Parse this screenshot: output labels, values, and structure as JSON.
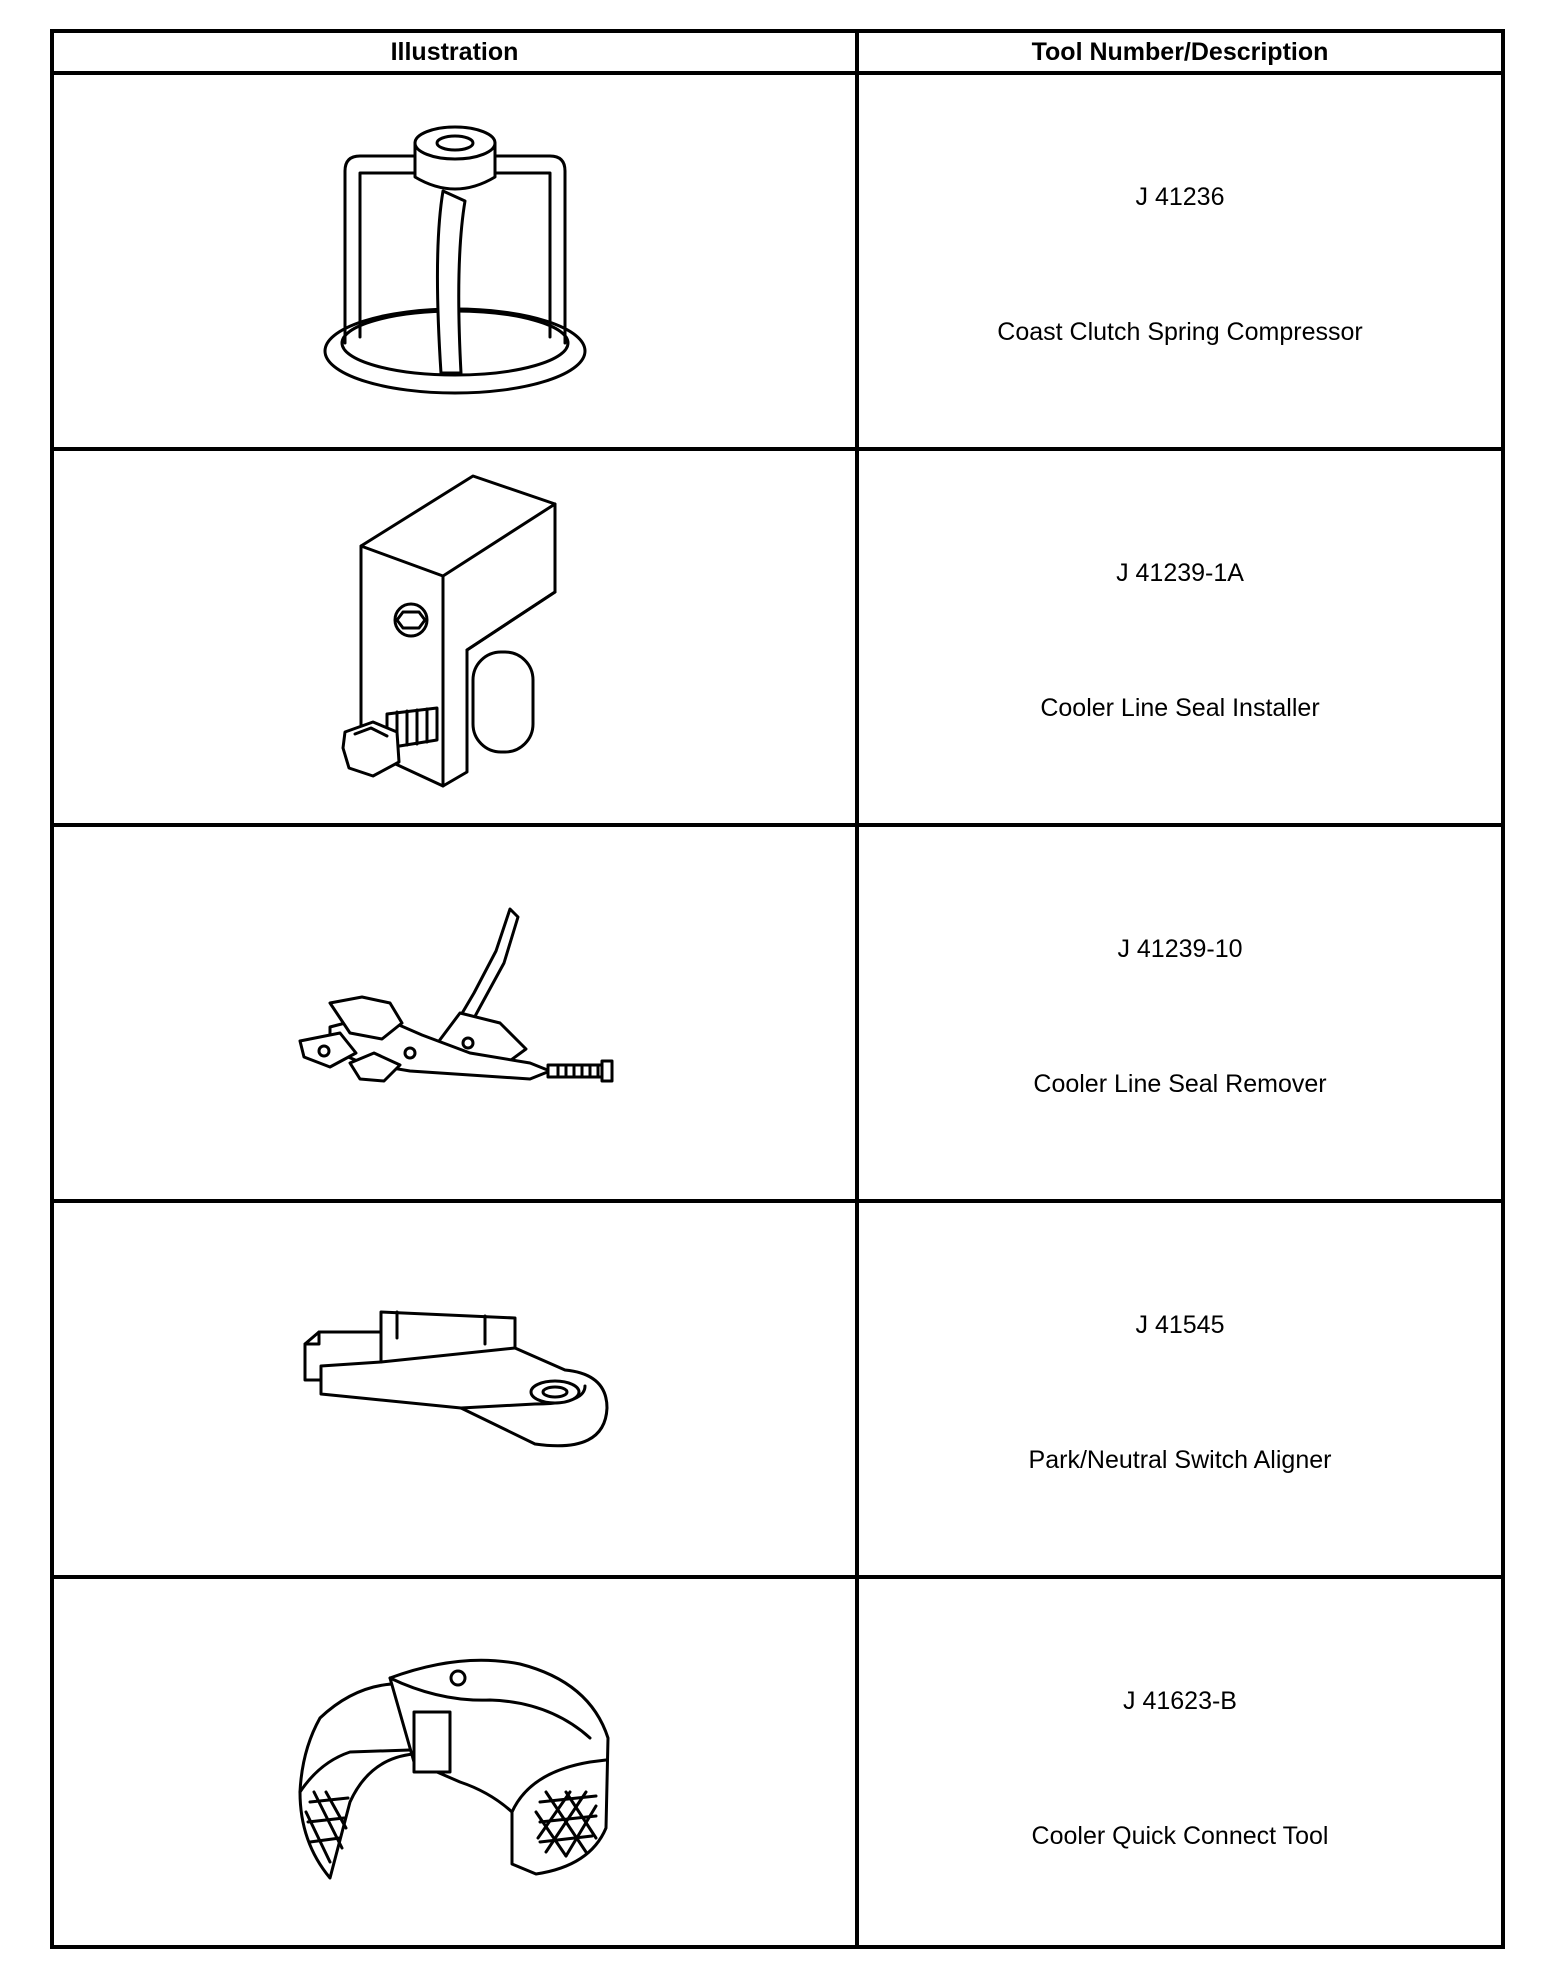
{
  "table": {
    "headers": {
      "illustration": "Illustration",
      "tool": "Tool Number/Description"
    },
    "rows": [
      {
        "number": "J 41236",
        "description": "Coast Clutch Spring Compressor",
        "icon": "spring-compressor-icon"
      },
      {
        "number": "J 41239-1A",
        "description": "Cooler Line Seal Installer",
        "icon": "seal-installer-icon"
      },
      {
        "number": "J 41239-10",
        "description": "Cooler Line Seal Remover",
        "icon": "seal-remover-pliers-icon"
      },
      {
        "number": "J 41545",
        "description": "Park/Neutral Switch Aligner",
        "icon": "switch-aligner-icon"
      },
      {
        "number": "J 41623-B",
        "description": "Cooler Quick Connect Tool",
        "icon": "quick-connect-tool-icon"
      }
    ]
  }
}
